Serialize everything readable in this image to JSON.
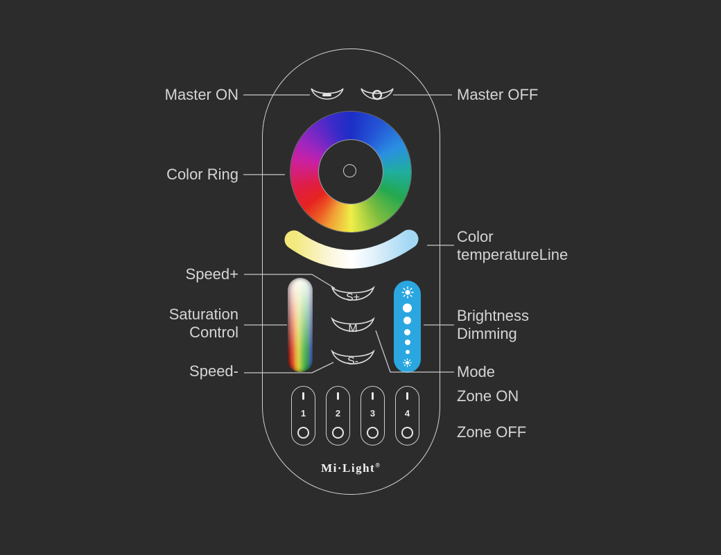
{
  "annotations": {
    "master_on": "Master ON",
    "master_off": "Master OFF",
    "color_ring": "Color Ring",
    "color_temperature": [
      "Color",
      "temperatureLine"
    ],
    "speed_plus": "Speed+",
    "saturation_control": [
      "Saturation",
      "Control"
    ],
    "speed_minus": "Speed-",
    "brightness_dimming": [
      "Brightness",
      "Dimming"
    ],
    "mode": "Mode",
    "zone_on": "Zone ON",
    "zone_off": "Zone OFF"
  },
  "remote": {
    "brand": "Mi·Light",
    "registered_mark": "®",
    "buttons": {
      "speed_plus": "S+",
      "mode": "M",
      "speed_minus": "S-"
    },
    "zones": [
      {
        "on_label": "I",
        "number": "1",
        "off_label": "O"
      },
      {
        "on_label": "I",
        "number": "2",
        "off_label": "O"
      },
      {
        "on_label": "I",
        "number": "3",
        "off_label": "O"
      },
      {
        "on_label": "I",
        "number": "4",
        "off_label": "O"
      }
    ],
    "icons": {
      "master_on": "dash-icon",
      "master_off": "circle-icon",
      "brightness_top": "sun-bright-icon",
      "brightness_bottom": "sun-dim-icon",
      "brightness_dot_count": 5
    },
    "colors": {
      "background": "#2c2c2c",
      "outline": "#f2f2f2",
      "label_text": "#d5d5d5",
      "brightness_blue": "#2aa7e0",
      "temp_warm": "#f2e87c",
      "temp_cool": "#a3d8f3"
    }
  }
}
